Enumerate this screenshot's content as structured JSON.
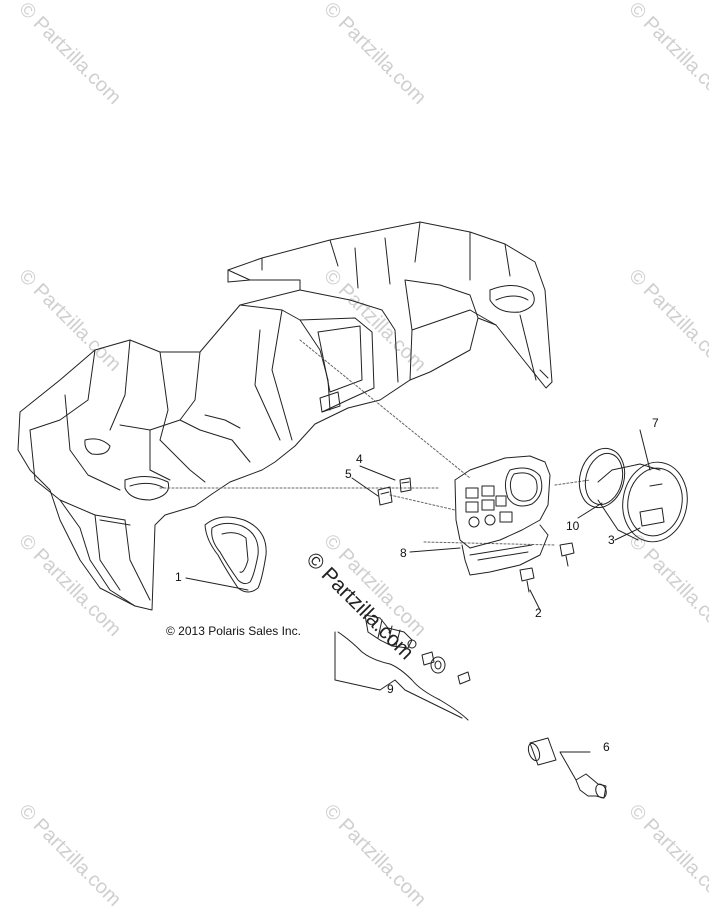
{
  "watermarks": [
    "© Partzilla.com",
    "© Partzilla.com",
    "© Partzilla.com",
    "© Partzilla.com",
    "© Partzilla.com",
    "© Partzilla.com",
    "© Partzilla.com",
    "© Partzilla.com",
    "© Partzilla.com",
    "© Partzilla.com",
    "© Partzilla.com",
    "© Partzilla.com"
  ],
  "center_watermark": "© Partzilla.com",
  "copyright": "© 2013 Polaris Sales Inc.",
  "callouts": {
    "c1": "1",
    "c2": "2",
    "c3": "3",
    "c4": "4",
    "c5": "5",
    "c6": "6",
    "c7": "7",
    "c8": "8",
    "c9": "9",
    "c10": "10"
  },
  "colors": {
    "line": "#222222",
    "dash": "#666666",
    "watermark": "#cfcfcf"
  }
}
